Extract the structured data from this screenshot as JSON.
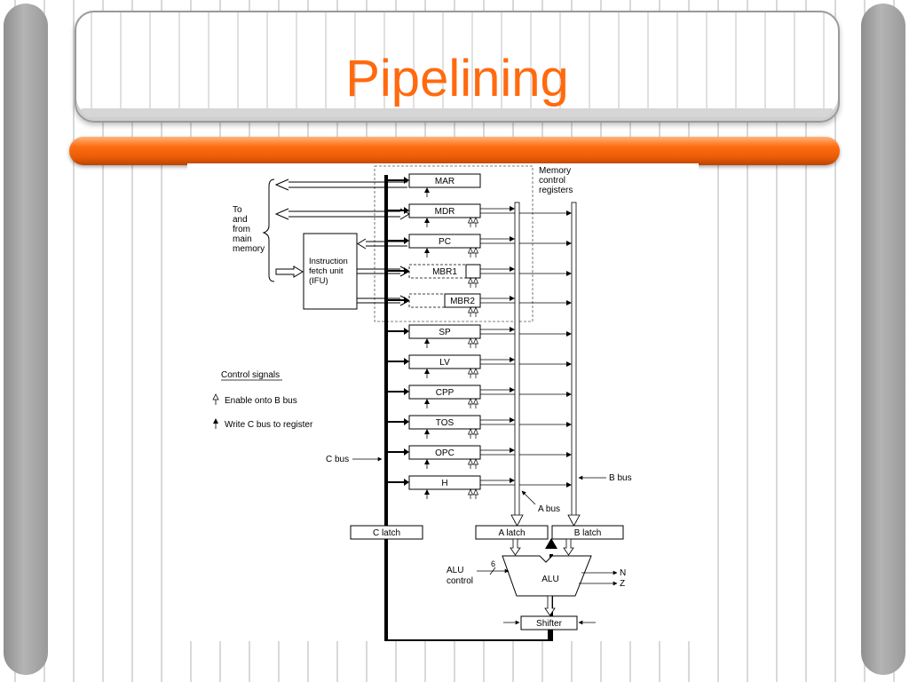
{
  "slide": {
    "title": "Pipelining"
  },
  "diagram": {
    "memory_label": [
      "Memory",
      "control",
      "registers"
    ],
    "to_from_memory_label": [
      "To",
      "and",
      "from",
      "main",
      "memory"
    ],
    "ifu_label": [
      "Instruction",
      "fetch unit",
      "(IFU)"
    ],
    "registers": [
      "MAR",
      "MDR",
      "PC",
      "MBR1",
      "MBR2",
      "SP",
      "LV",
      "CPP",
      "TOS",
      "OPC",
      "H"
    ],
    "legend": {
      "title": "Control signals",
      "enable_b_bus": "Enable onto B bus",
      "write_c_bus": "Write C bus to register"
    },
    "bus_labels": {
      "c_bus": "C bus",
      "b_bus": "B bus",
      "a_bus": "A bus"
    },
    "latches": {
      "c_latch": "C latch",
      "a_latch": "A latch",
      "b_latch": "B latch"
    },
    "alu": {
      "label": "ALU",
      "control_label": [
        "ALU",
        "control"
      ],
      "control_width": "6",
      "outputs": [
        "N",
        "Z"
      ]
    },
    "shifter_label": "Shifter"
  }
}
